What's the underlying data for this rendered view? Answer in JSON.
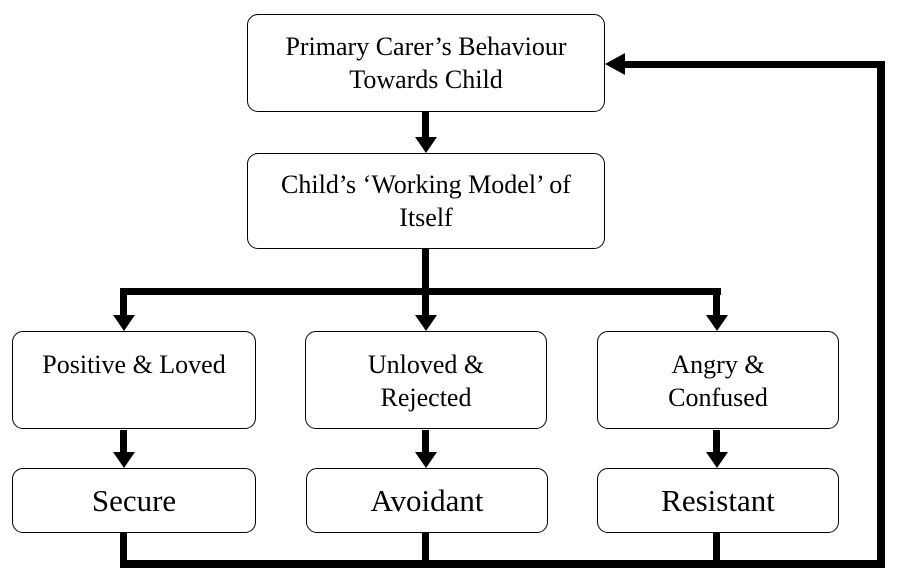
{
  "colors": {
    "line": "#000000",
    "background": "#ffffff",
    "text": "#000000"
  },
  "nodes": {
    "primary_carer": "Primary Carer’s Behaviour\nTowards Child",
    "working_model": "Child’s ‘Working Model’ of\nItself",
    "positive_loved": "Positive & Loved",
    "unloved_rejected": "Unloved &\nRejected",
    "angry_confused": "Angry &\nConfused",
    "secure": "Secure",
    "avoidant": "Avoidant",
    "resistant": "Resistant"
  },
  "edges": [
    {
      "from": "primary_carer",
      "to": "working_model"
    },
    {
      "from": "working_model",
      "to": "positive_loved"
    },
    {
      "from": "working_model",
      "to": "unloved_rejected"
    },
    {
      "from": "working_model",
      "to": "angry_confused"
    },
    {
      "from": "positive_loved",
      "to": "secure"
    },
    {
      "from": "unloved_rejected",
      "to": "avoidant"
    },
    {
      "from": "angry_confused",
      "to": "resistant"
    },
    {
      "from": "secure",
      "to": "primary_carer",
      "type": "feedback"
    },
    {
      "from": "avoidant",
      "to": "primary_carer",
      "type": "feedback"
    },
    {
      "from": "resistant",
      "to": "primary_carer",
      "type": "feedback"
    }
  ]
}
